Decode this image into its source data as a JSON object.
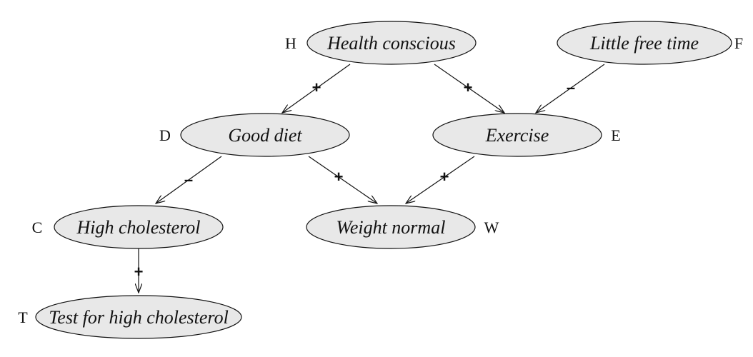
{
  "nodes": {
    "H": {
      "letter": "H",
      "label": "Health conscious"
    },
    "F": {
      "letter": "F",
      "label": "Little free time"
    },
    "D": {
      "letter": "D",
      "label": "Good diet"
    },
    "E": {
      "letter": "E",
      "label": "Exercise"
    },
    "C": {
      "letter": "C",
      "label": "High cholesterol"
    },
    "W": {
      "letter": "W",
      "label": "Weight normal"
    },
    "T": {
      "letter": "T",
      "label": "Test for high cholesterol"
    }
  },
  "edges": [
    {
      "from": "H",
      "to": "D",
      "sign": "+"
    },
    {
      "from": "H",
      "to": "E",
      "sign": "+"
    },
    {
      "from": "F",
      "to": "E",
      "sign": "–"
    },
    {
      "from": "D",
      "to": "C",
      "sign": "–"
    },
    {
      "from": "D",
      "to": "W",
      "sign": "+"
    },
    {
      "from": "E",
      "to": "W",
      "sign": "+"
    },
    {
      "from": "C",
      "to": "T",
      "sign": "+"
    }
  ]
}
